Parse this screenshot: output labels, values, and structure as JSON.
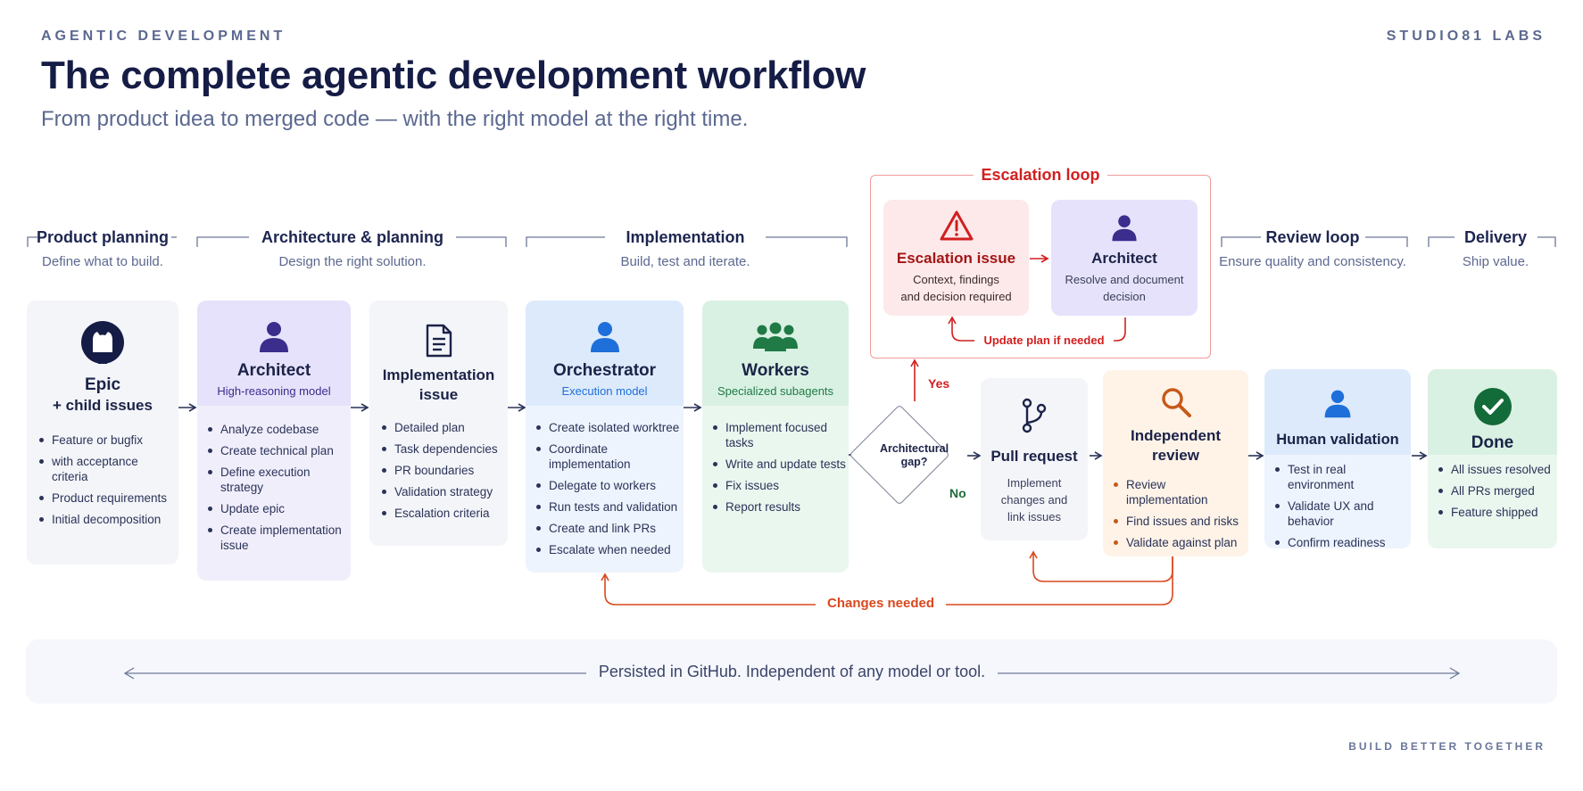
{
  "header": {
    "eyebrow": "AGENTIC DEVELOPMENT",
    "brand": "STUDIO81 LABS",
    "title": "The complete agentic development workflow",
    "subtitle": "From product idea to merged code — with the right model at the right time.",
    "footer": "BUILD BETTER TOGETHER"
  },
  "phases": {
    "product": {
      "title": "Product planning",
      "sub": "Define what to build."
    },
    "architecture": {
      "title": "Architecture & planning",
      "sub": "Design the right solution."
    },
    "implementation": {
      "title": "Implementation",
      "sub": "Build, test and iterate."
    },
    "review": {
      "title": "Review loop",
      "sub": "Ensure quality and consistency."
    },
    "delivery": {
      "title": "Delivery",
      "sub": "Ship value."
    }
  },
  "cards": {
    "epic": {
      "title": "Epic",
      "title2": "+ child issues",
      "icon": "github-icon",
      "items": [
        "Feature or bugfix",
        "with acceptance criteria",
        "Product requirements",
        "Initial decomposition"
      ]
    },
    "architect": {
      "title": "Architect",
      "sub": "High-reasoning model",
      "icon": "person-icon",
      "items": [
        "Analyze codebase",
        "Create technical plan",
        "Define execution strategy",
        "Update epic",
        "Create implementation issue"
      ]
    },
    "impl_issue": {
      "title": "Implementation",
      "title2": "issue",
      "icon": "document-icon",
      "items": [
        "Detailed plan",
        "Task dependencies",
        "PR boundaries",
        "Validation strategy",
        "Escalation criteria"
      ]
    },
    "orchestrator": {
      "title": "Orchestrator",
      "sub": "Execution model",
      "icon": "person-icon",
      "items": [
        "Create isolated worktree",
        "Coordinate implementation",
        "Delegate to workers",
        "Run tests and validation",
        "Create and link PRs",
        "Escalate when needed"
      ]
    },
    "workers": {
      "title": "Workers",
      "sub": "Specialized subagents",
      "icon": "group-icon",
      "items": [
        "Implement focused tasks",
        "Write and update tests",
        "Fix issues",
        "Report results"
      ]
    },
    "pull_request": {
      "title": "Pull request",
      "sub": "Implement changes and link issues",
      "icon": "branch-icon"
    },
    "review": {
      "title": "Independent",
      "title2": "review",
      "icon": "magnifier-icon",
      "items": [
        "Review implementation",
        "Find issues and risks",
        "Validate against plan"
      ]
    },
    "human": {
      "title": "Human validation",
      "icon": "person-icon",
      "items": [
        "Test in real environment",
        "Validate UX and behavior",
        "Confirm readiness"
      ]
    },
    "done": {
      "title": "Done",
      "icon": "check-circle-icon",
      "items": [
        "All issues resolved",
        "All PRs merged",
        "Feature shipped"
      ]
    }
  },
  "decision": {
    "line1": "Architectural",
    "line2": "gap?",
    "yes": "Yes",
    "no": "No"
  },
  "escalation": {
    "title": "Escalation loop",
    "issue": {
      "title": "Escalation issue",
      "sub1": "Context, findings",
      "sub2": "and decision required",
      "icon": "warning-icon"
    },
    "architect": {
      "title": "Architect",
      "sub1": "Resolve and document",
      "sub2": "decision",
      "icon": "person-icon"
    },
    "update": "Update plan if needed"
  },
  "changes_needed": "Changes needed",
  "persisted": "Persisted in GitHub. Independent of any model or tool.",
  "colors": {
    "navy": "#151c45",
    "red": "#d11f1f",
    "orange": "#d9481e",
    "purple": "#3a2d8c",
    "blue": "#1e6fd9",
    "green": "#1f7a45"
  }
}
